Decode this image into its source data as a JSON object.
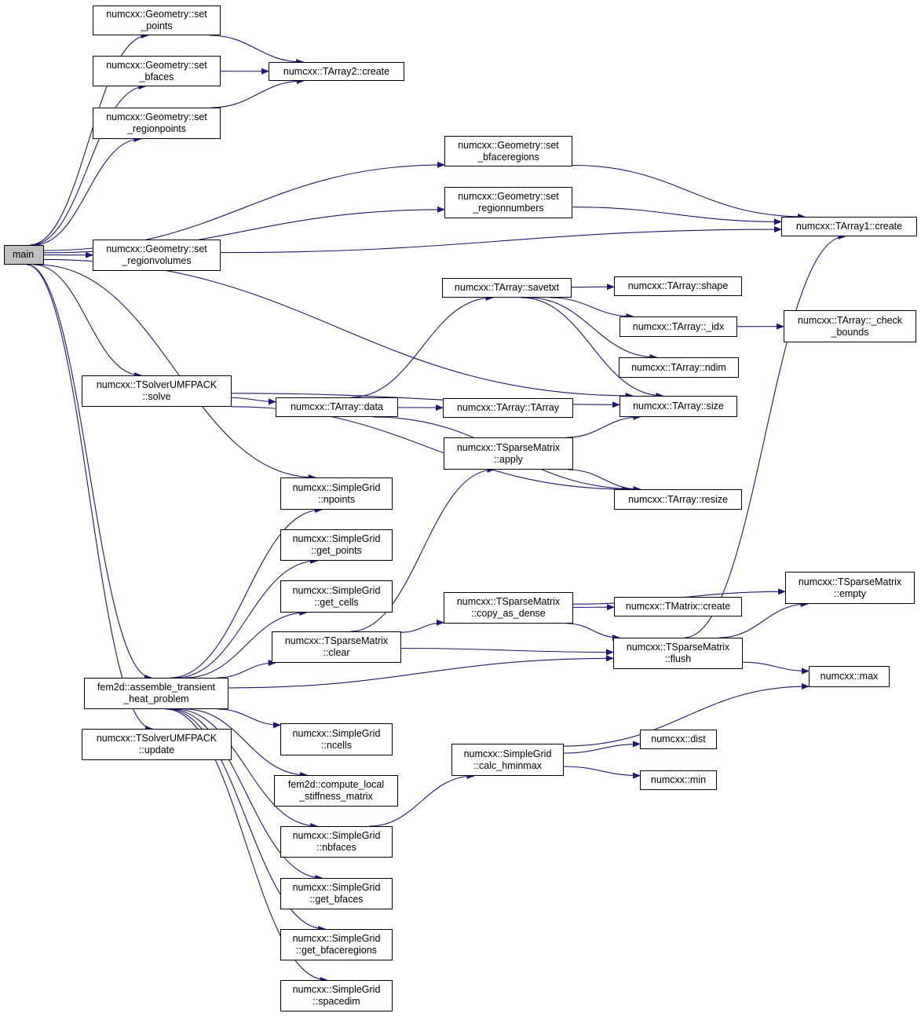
{
  "colors": {
    "edge": "#191970",
    "root_fill": "#bfbfbf",
    "node_fill": "#ffffff",
    "border": "#000000"
  },
  "nodes": {
    "main": [
      "main"
    ],
    "geo_set_points": [
      "numcxx::Geometry::set",
      "_points"
    ],
    "geo_set_bfaces": [
      "numcxx::Geometry::set",
      "_bfaces"
    ],
    "geo_set_regionpoints": [
      "numcxx::Geometry::set",
      "_regionpoints"
    ],
    "tarray2_create": [
      "numcxx::TArray2::create"
    ],
    "geo_set_bfaceregions": [
      "numcxx::Geometry::set",
      "_bfaceregions"
    ],
    "geo_set_regionnumbers": [
      "numcxx::Geometry::set",
      "_regionnumbers"
    ],
    "tarray1_create": [
      "numcxx::TArray1::create"
    ],
    "geo_set_regionvolumes": [
      "numcxx::Geometry::set",
      "_regionvolumes"
    ],
    "tarray_savetxt": [
      "numcxx::TArray::savetxt"
    ],
    "tarray_shape": [
      "numcxx::TArray::shape"
    ],
    "tarray_idx": [
      "numcxx::TArray::_idx"
    ],
    "tarray_check_bounds": [
      "numcxx::TArray::_check",
      "_bounds"
    ],
    "tarray_ndim": [
      "numcxx::TArray::ndim"
    ],
    "solver_solve": [
      "numcxx::TSolverUMFPACK",
      "::solve"
    ],
    "tarray_data": [
      "numcxx::TArray::data"
    ],
    "tarray_tarray": [
      "numcxx::TArray::TArray"
    ],
    "tarray_size": [
      "numcxx::TArray::size"
    ],
    "sparse_apply": [
      "numcxx::TSparseMatrix",
      "::apply"
    ],
    "grid_npoints": [
      "numcxx::SimpleGrid",
      "::npoints"
    ],
    "tarray_resize": [
      "numcxx::TArray::resize"
    ],
    "grid_get_points": [
      "numcxx::SimpleGrid",
      "::get_points"
    ],
    "grid_get_cells": [
      "numcxx::SimpleGrid",
      "::get_cells"
    ],
    "sparse_copy_as_dense": [
      "numcxx::TSparseMatrix",
      "::copy_as_dense"
    ],
    "tmatrix_create": [
      "numcxx::TMatrix::create"
    ],
    "sparse_empty": [
      "numcxx::TSparseMatrix",
      "::empty"
    ],
    "sparse_clear": [
      "numcxx::TSparseMatrix",
      "::clear"
    ],
    "sparse_flush": [
      "numcxx::TSparseMatrix",
      "::flush"
    ],
    "numcxx_max": [
      "numcxx::max"
    ],
    "fem2d_assemble": [
      "fem2d::assemble_transient",
      "_heat_problem"
    ],
    "solver_update": [
      "numcxx::TSolverUMFPACK",
      "::update"
    ],
    "grid_ncells": [
      "numcxx::SimpleGrid",
      "::ncells"
    ],
    "grid_calc_hminmax": [
      "numcxx::SimpleGrid",
      "::calc_hminmax"
    ],
    "numcxx_dist": [
      "numcxx::dist"
    ],
    "fem2d_compute_local": [
      "fem2d::compute_local",
      "_stiffness_matrix"
    ],
    "numcxx_min": [
      "numcxx::min"
    ],
    "grid_nbfaces": [
      "numcxx::SimpleGrid",
      "::nbfaces"
    ],
    "grid_get_bfaces": [
      "numcxx::SimpleGrid",
      "::get_bfaces"
    ],
    "grid_get_bfaceregions": [
      "numcxx::SimpleGrid",
      "::get_bfaceregions"
    ],
    "grid_spacedim": [
      "numcxx::SimpleGrid",
      "::spacedim"
    ]
  },
  "edges": [
    [
      "main",
      "geo_set_points"
    ],
    [
      "main",
      "geo_set_bfaces"
    ],
    [
      "main",
      "geo_set_regionpoints"
    ],
    [
      "main",
      "geo_set_bfaceregions"
    ],
    [
      "main",
      "geo_set_regionnumbers"
    ],
    [
      "main",
      "geo_set_regionvolumes"
    ],
    [
      "main",
      "tarray_size"
    ],
    [
      "main",
      "solver_solve"
    ],
    [
      "main",
      "grid_npoints"
    ],
    [
      "main",
      "fem2d_assemble"
    ],
    [
      "main",
      "solver_update"
    ],
    [
      "geo_set_points",
      "tarray2_create"
    ],
    [
      "geo_set_bfaces",
      "tarray2_create"
    ],
    [
      "geo_set_regionpoints",
      "tarray2_create"
    ],
    [
      "geo_set_bfaceregions",
      "tarray1_create"
    ],
    [
      "geo_set_regionnumbers",
      "tarray1_create"
    ],
    [
      "geo_set_regionvolumes",
      "tarray1_create"
    ],
    [
      "solver_solve",
      "tarray_data"
    ],
    [
      "solver_solve",
      "tarray_size"
    ],
    [
      "solver_solve",
      "tarray_resize"
    ],
    [
      "tarray_data",
      "tarray_savetxt"
    ],
    [
      "tarray_data",
      "tarray_tarray"
    ],
    [
      "tarray_data",
      "tarray_resize"
    ],
    [
      "tarray_savetxt",
      "tarray_shape"
    ],
    [
      "tarray_savetxt",
      "tarray_idx"
    ],
    [
      "tarray_savetxt",
      "tarray_ndim"
    ],
    [
      "tarray_savetxt",
      "tarray_size"
    ],
    [
      "tarray_idx",
      "tarray_check_bounds"
    ],
    [
      "sparse_apply",
      "tarray_size"
    ],
    [
      "sparse_apply",
      "tarray_resize"
    ],
    [
      "fem2d_assemble",
      "grid_npoints"
    ],
    [
      "fem2d_assemble",
      "grid_get_points"
    ],
    [
      "fem2d_assemble",
      "grid_get_cells"
    ],
    [
      "fem2d_assemble",
      "sparse_clear"
    ],
    [
      "fem2d_assemble",
      "sparse_flush"
    ],
    [
      "fem2d_assemble",
      "grid_ncells"
    ],
    [
      "fem2d_assemble",
      "fem2d_compute_local"
    ],
    [
      "fem2d_assemble",
      "grid_nbfaces"
    ],
    [
      "fem2d_assemble",
      "grid_get_bfaces"
    ],
    [
      "fem2d_assemble",
      "grid_get_bfaceregions"
    ],
    [
      "fem2d_assemble",
      "grid_spacedim"
    ],
    [
      "sparse_clear",
      "sparse_apply"
    ],
    [
      "sparse_clear",
      "sparse_copy_as_dense"
    ],
    [
      "sparse_clear",
      "sparse_flush"
    ],
    [
      "sparse_copy_as_dense",
      "tmatrix_create"
    ],
    [
      "sparse_copy_as_dense",
      "sparse_empty"
    ],
    [
      "sparse_copy_as_dense",
      "sparse_flush"
    ],
    [
      "sparse_flush",
      "tarray1_create"
    ],
    [
      "sparse_flush",
      "sparse_empty"
    ],
    [
      "sparse_flush",
      "numcxx_max"
    ],
    [
      "grid_nbfaces",
      "grid_calc_hminmax"
    ],
    [
      "grid_calc_hminmax",
      "numcxx_max"
    ],
    [
      "grid_calc_hminmax",
      "numcxx_dist"
    ],
    [
      "grid_calc_hminmax",
      "numcxx_min"
    ]
  ]
}
